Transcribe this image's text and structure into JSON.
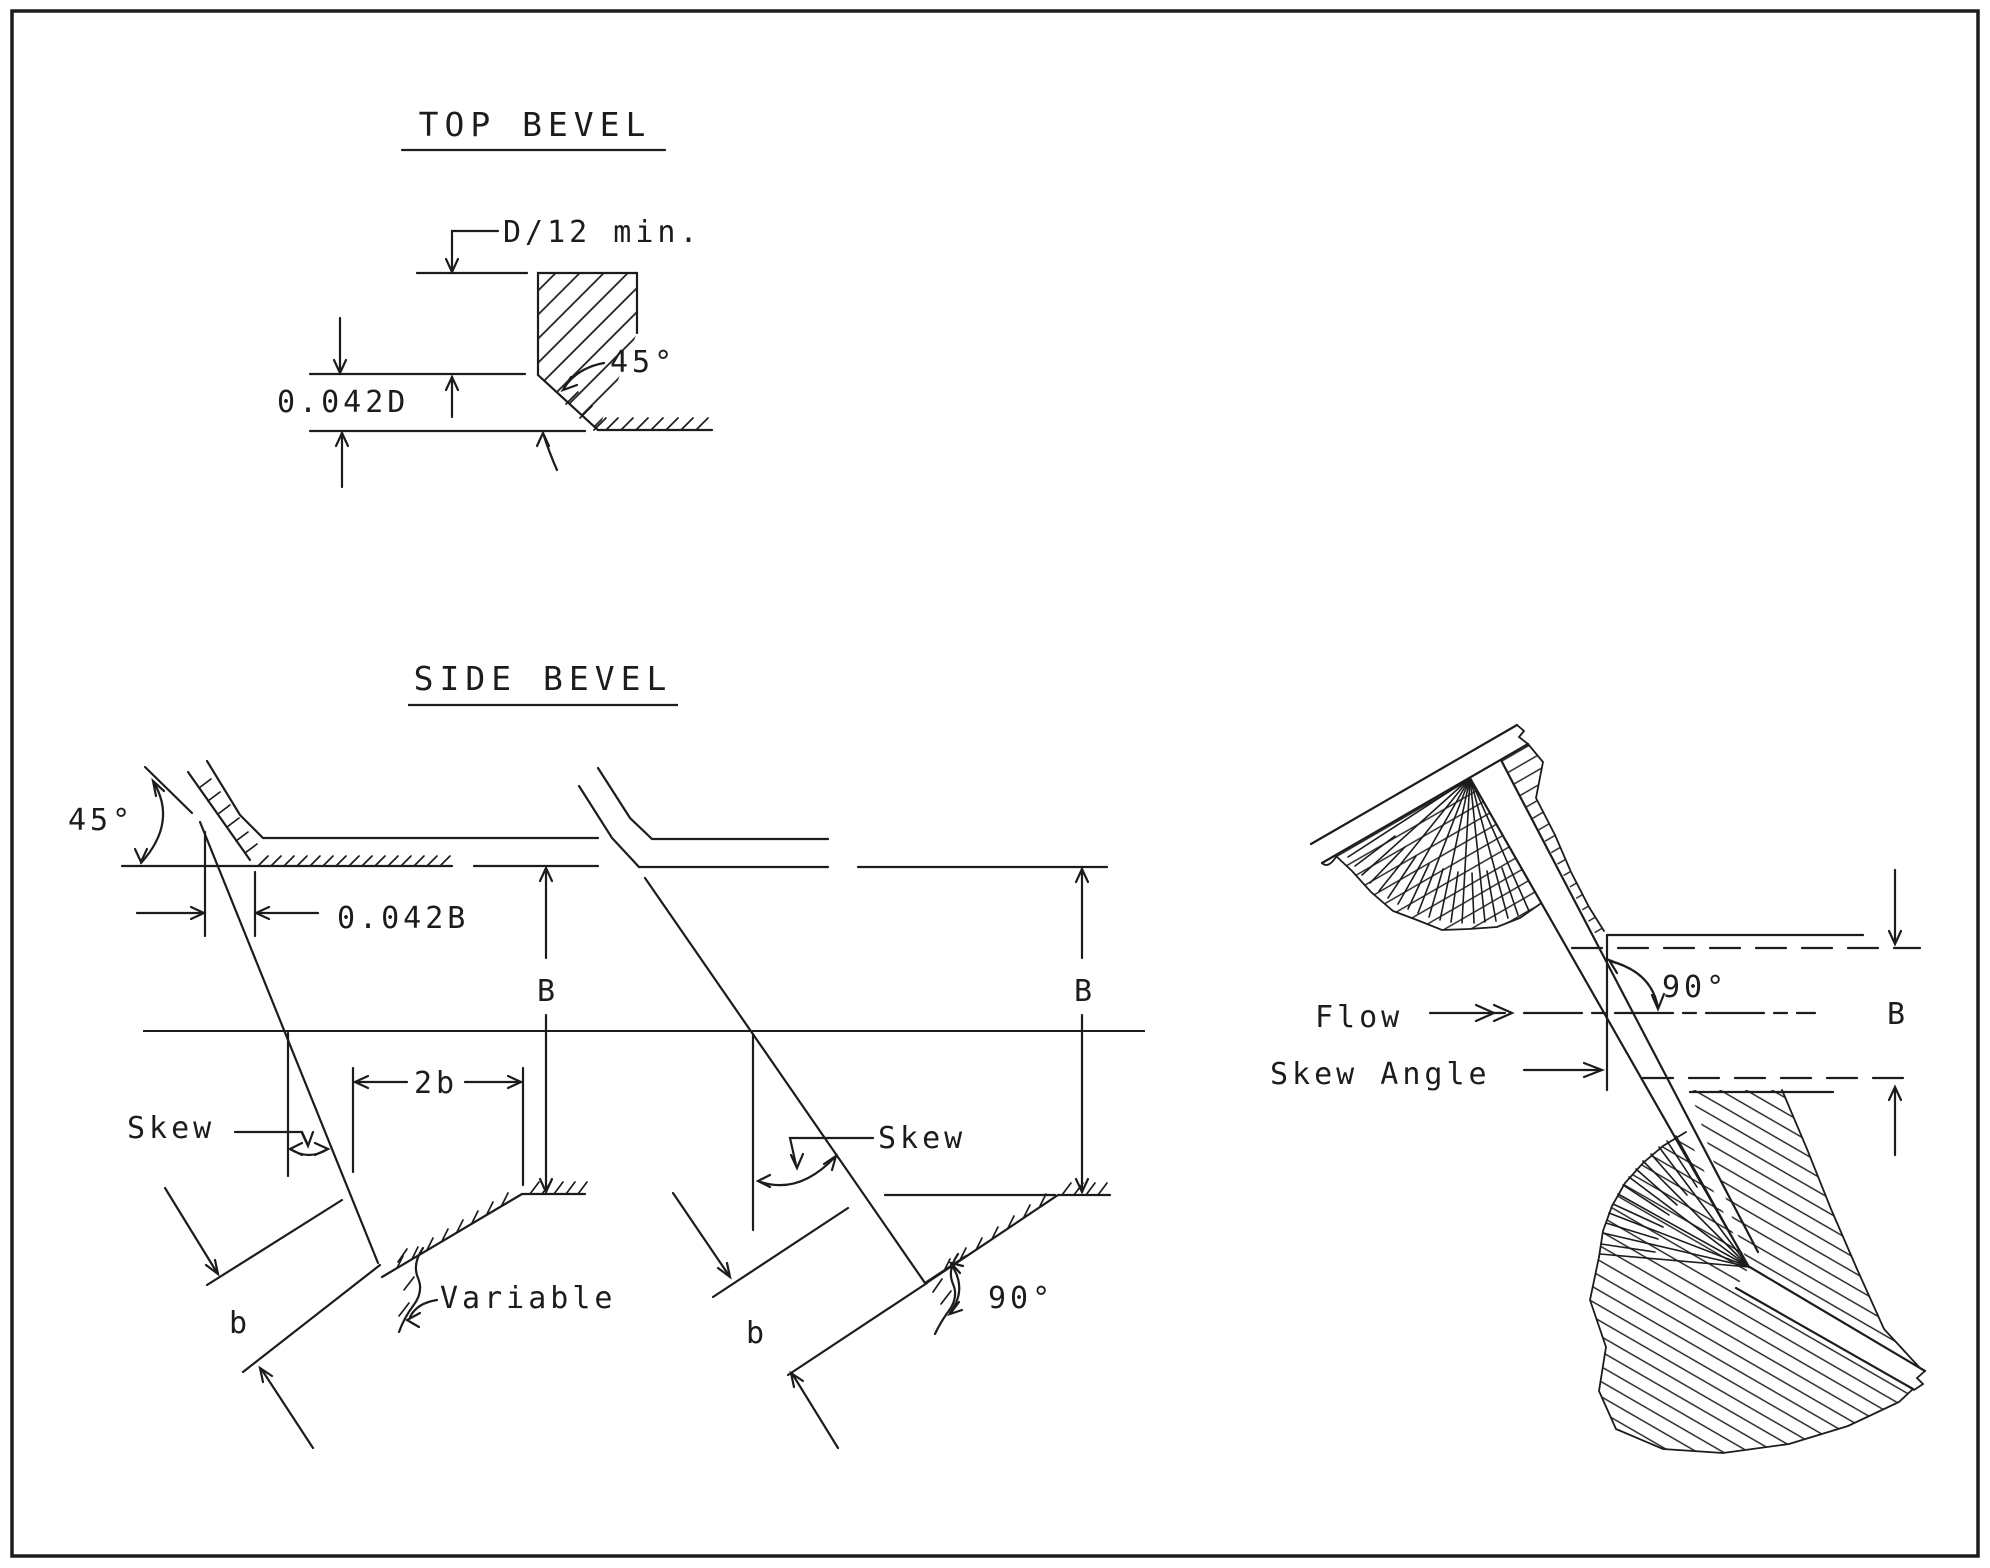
{
  "document": {
    "kind": "culvert bevel detail drawing",
    "background": "#ffffff",
    "line_color": "#1c1c1c"
  },
  "top_bevel": {
    "title": "TOP BEVEL",
    "top_dim": "D/12 min.",
    "height_dim": "0.042D",
    "bevel_angle": "45°"
  },
  "side_bevel": {
    "title": "SIDE BEVEL"
  },
  "left_elevation": {
    "bevel_angle": "45°",
    "bevel_offset": "0.042B",
    "span": "B",
    "double_width": "2b",
    "skew": "Skew",
    "width": "b",
    "end_length": "Variable"
  },
  "middle_elevation": {
    "skew": "Skew",
    "span": "B",
    "width": "b",
    "end_angle": "90°"
  },
  "plan_view": {
    "flow": "Flow",
    "skew_angle": "Skew Angle",
    "crossing_angle": "90°",
    "span": "B"
  }
}
